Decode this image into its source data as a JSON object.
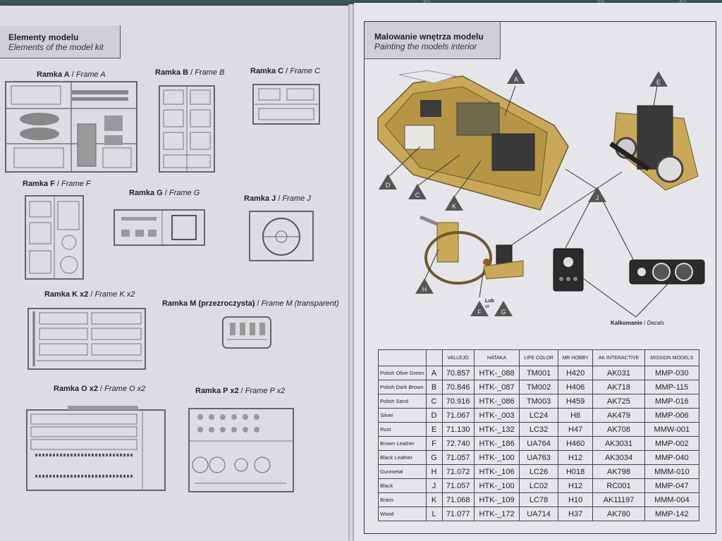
{
  "ruler": {
    "ticks": [
      "30",
      "35",
      "40"
    ]
  },
  "left_page": {
    "header": {
      "title_pl": "Elementy modelu",
      "title_en": "Elements of the model kit"
    },
    "frames": [
      {
        "pl": "Ramka A",
        "en": "Frame A"
      },
      {
        "pl": "Ramka B",
        "en": "Frame B"
      },
      {
        "pl": "Ramka C",
        "en": "Frame C"
      },
      {
        "pl": "Ramka F",
        "en": "Frame F"
      },
      {
        "pl": "Ramka G",
        "en": "Frame G"
      },
      {
        "pl": "Ramka J",
        "en": "Frame J"
      },
      {
        "pl": "Ramka K x2",
        "en": "Frame K x2"
      },
      {
        "pl": "Ramka M (przezroczysta)",
        "en": "Frame M (transparent)"
      },
      {
        "pl": "Ramka O x2",
        "en": "Frame O x2"
      },
      {
        "pl": "Ramka P x2",
        "en": "Frame P x2"
      }
    ]
  },
  "right_page": {
    "header": {
      "title_pl": "Malowanie wnętrza modelu",
      "title_en": "Painting the models interior"
    },
    "callouts": [
      "A",
      "E",
      "D",
      "C",
      "K",
      "J",
      "H",
      "F",
      "G"
    ],
    "lub_pl": "Lub",
    "lub_en": "or",
    "decals_pl": "Kalkomanie",
    "decals_en": "Decals",
    "paint_table": {
      "headers": [
        "",
        "",
        "VALLEJO",
        "HATAKA",
        "LIFE COLOR",
        "MR HOBBY",
        "AK INTERACTIVE",
        "MISSION MODELS"
      ],
      "rows": [
        [
          "Polish Olive Green",
          "A",
          "70.857",
          "HTK-_088",
          "TM001",
          "H420",
          "AK031",
          "MMP-030"
        ],
        [
          "Polish Dark Brown",
          "B",
          "70.846",
          "HTK-_087",
          "TM002",
          "H406",
          "AK718",
          "MMP-115"
        ],
        [
          "Polish Sand",
          "C",
          "70.916",
          "HTK-_086",
          "TM003",
          "H459",
          "AK725",
          "MMP-016"
        ],
        [
          "Silver",
          "D",
          "71.067",
          "HTK-_003",
          "LC24",
          "H8",
          "AK479",
          "MMP-006"
        ],
        [
          "Rust",
          "E",
          "71.130",
          "HTK-_132",
          "LC32",
          "H47",
          "AK708",
          "MMW-001"
        ],
        [
          "Brown Leather",
          "F",
          "72.740",
          "HTK-_186",
          "UA764",
          "H460",
          "AK3031",
          "MMP-002"
        ],
        [
          "Black Leather",
          "G",
          "71.057",
          "HTK-_100",
          "UA763",
          "H12",
          "AK3034",
          "MMP-040"
        ],
        [
          "Gunmetal",
          "H",
          "71.072",
          "HTK-_106",
          "LC26",
          "H018",
          "AK798",
          "MMM-010"
        ],
        [
          "Black",
          "J",
          "71.057",
          "HTK-_100",
          "LC02",
          "H12",
          "RC001",
          "MMP-047"
        ],
        [
          "Brass",
          "K",
          "71.068",
          "HTK-_109",
          "LC78",
          "H10",
          "AK11197",
          "MMM-004"
        ],
        [
          "Wood",
          "L",
          "71.077",
          "HTK-_172",
          "UA714",
          "H37",
          "AK780",
          "MMP-142"
        ]
      ]
    }
  },
  "colors": {
    "page": "#e6e6ea",
    "header_bg": "#cfcfd6",
    "hull_sand": "#c9a85a",
    "callout_dark": "#555555",
    "background": "#3a4a44"
  }
}
